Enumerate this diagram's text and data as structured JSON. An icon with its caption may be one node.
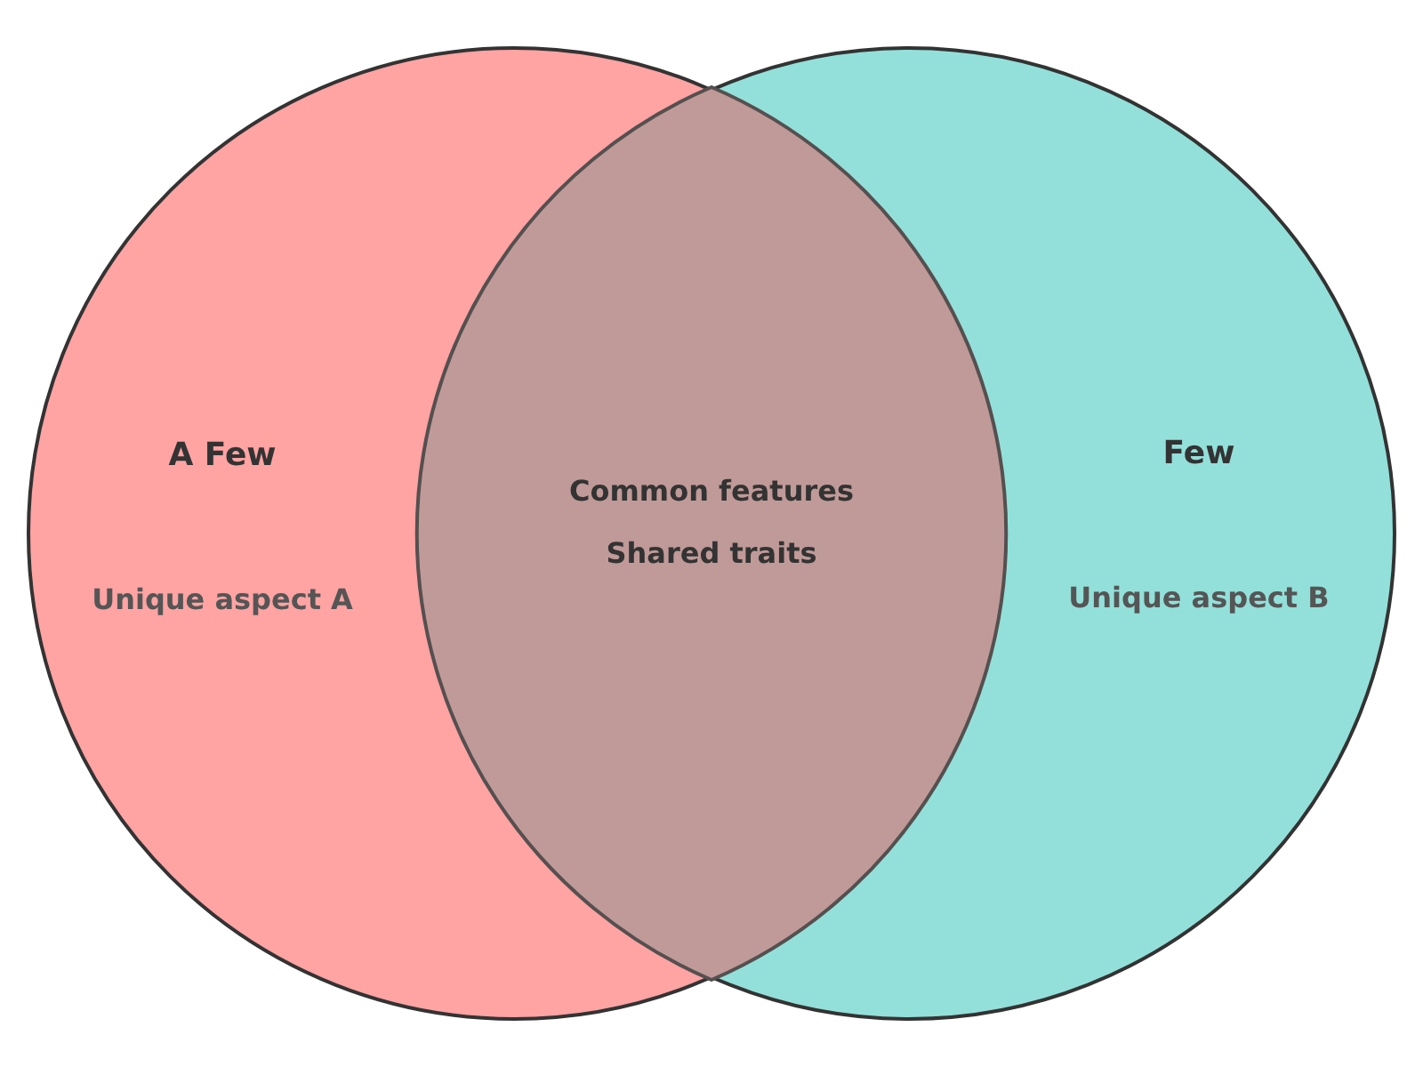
{
  "diagram": {
    "nodes": [
      {
        "text": [
          "A Few",
          "Unique aspect A"
        ]
      },
      {
        "text": [
          "Few",
          "Unique aspect B"
        ]
      },
      {
        "text": [
          "Common features",
          "Shared traits"
        ]
      }
    ]
  }
}
